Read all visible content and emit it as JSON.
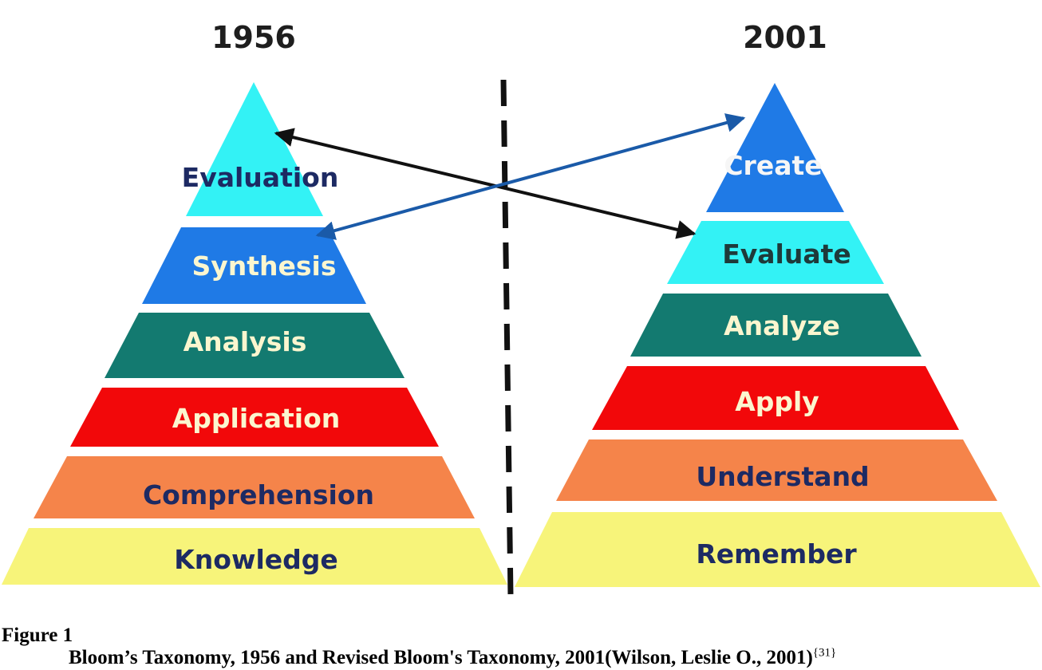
{
  "left_pyramid": {
    "year": "1956",
    "levels": [
      "Evaluation",
      "Synthesis",
      "Analysis",
      "Application",
      "Comprehension",
      "Knowledge"
    ]
  },
  "right_pyramid": {
    "year": "2001",
    "levels": [
      "Create",
      "Evaluate",
      "Analyze",
      "Apply",
      "Understand",
      "Remember"
    ]
  },
  "colors": {
    "cyan": "#33f2f5",
    "blue": "#1f7ae6",
    "teal": "#137a70",
    "red": "#f2080a",
    "orange": "#f5844a",
    "yellow": "#f7f47a",
    "arrow_black": "#111111",
    "arrow_blue": "#1a5aa8"
  },
  "caption": {
    "figure_label": "Figure 1",
    "text": "Bloom’s Taxonomy, 1956 and Revised Bloom's Taxonomy, 2001(Wilson, Leslie O., 2001)",
    "reference": "{31}"
  }
}
